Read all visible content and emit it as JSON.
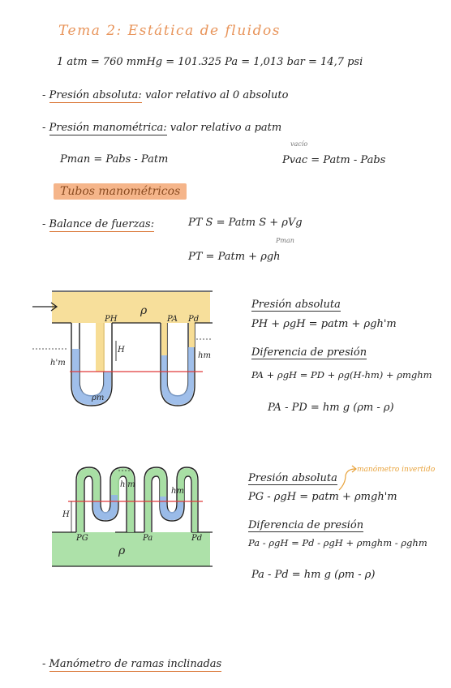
{
  "title": "Tema 2: Estática de fluidos",
  "equivalence": "1 atm = 760 mmHg = 101.325 Pa = 1,013 bar = 14,7 psi",
  "bullets": {
    "b1_label": "Presión absoluta:",
    "b1_text": "valor relativo al 0 absoluto",
    "b2_label": "Presión manométrica:",
    "b2_text": "valor relativo a patm",
    "b3_label": "Balance de fuerzas:",
    "b4_label": "Manómetro de ramas inclinadas"
  },
  "formulas": {
    "pman": "Pman = Pabs - Patm",
    "vacio_note": "vacío",
    "pvac": "Pvac = Patm - Pabs",
    "balance": "PT S = Patm S + ρVg",
    "pman_over": "Pman",
    "pt": "PT = Patm + ρgh"
  },
  "section_tubos": "Tubos manométricos",
  "fig1": {
    "rho": "ρ",
    "labels": {
      "pH": "PH",
      "pA": "PA",
      "pd": "Pd",
      "H": "H",
      "hm_left": "h'm",
      "hm_right": "hm",
      "rho_m": "ρm"
    },
    "heading_abs": "Presión absoluta",
    "eq_abs": "PH + ρgH = patm + ρgh'm",
    "heading_diff": "Diferencia de presión",
    "eq_diff": "PA + ρgH = PD + ρg(H-hm) + ρmghm",
    "eq_result": "PA - PD = hm g (ρm - ρ)"
  },
  "fig2": {
    "rho": "ρ",
    "labels": {
      "pG": "PG",
      "pa": "Pa",
      "pd": "Pd",
      "H": "H",
      "hm_left": "h'm",
      "hm_right": "hm"
    },
    "heading_abs": "Presión absoluta",
    "note": "manómetro invertido",
    "eq_abs": "PG - ρgH = patm + ρmgh'm",
    "heading_diff": "Diferencia de presión",
    "eq_diff": "Pa - ρgH = Pd - ρgH + ρmghm - ρghm",
    "eq_result": "Pa - Pd = hm g (ρm - ρ)"
  },
  "colors": {
    "title": "#e8945a",
    "highlight": "#f5b58a",
    "yellow_fluid": "#f6d98a",
    "blue_fluid": "#8fb4e6",
    "green_fluid": "#9fdc9a",
    "red_line": "#e03a3a"
  }
}
